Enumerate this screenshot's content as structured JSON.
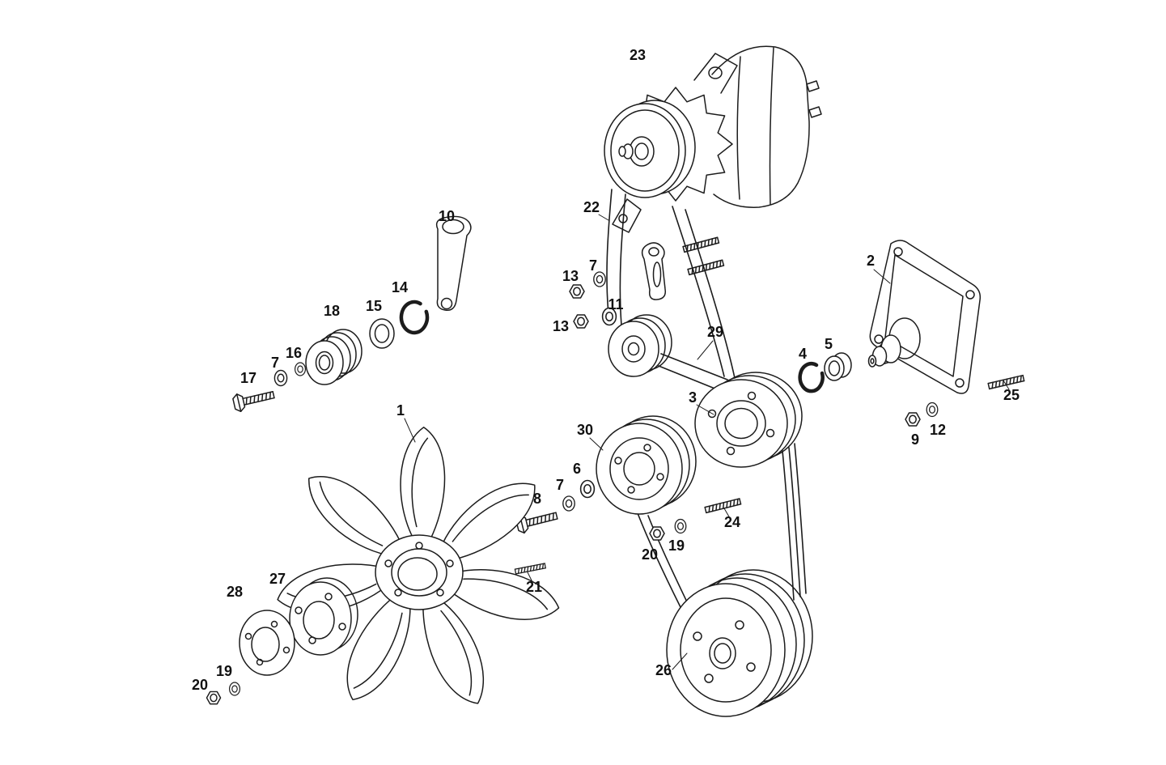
{
  "page": {
    "background": "#ffffff",
    "ink": "#1c1c1c"
  },
  "diagram": {
    "callouts": [
      {
        "label": "23"
      },
      {
        "label": "22"
      },
      {
        "label": "10"
      },
      {
        "label": "2"
      },
      {
        "label": "7"
      },
      {
        "label": "13"
      },
      {
        "label": "14"
      },
      {
        "label": "11"
      },
      {
        "label": "15"
      },
      {
        "label": "18"
      },
      {
        "label": "13"
      },
      {
        "label": "29"
      },
      {
        "label": "5"
      },
      {
        "label": "16"
      },
      {
        "label": "4"
      },
      {
        "label": "7"
      },
      {
        "label": "17"
      },
      {
        "label": "25"
      },
      {
        "label": "3"
      },
      {
        "label": "1"
      },
      {
        "label": "30"
      },
      {
        "label": "12"
      },
      {
        "label": "9"
      },
      {
        "label": "6"
      },
      {
        "label": "7"
      },
      {
        "label": "8"
      },
      {
        "label": "24"
      },
      {
        "label": "19"
      },
      {
        "label": "20"
      },
      {
        "label": "27"
      },
      {
        "label": "21"
      },
      {
        "label": "28"
      },
      {
        "label": "26"
      },
      {
        "label": "19"
      },
      {
        "label": "20"
      }
    ]
  }
}
